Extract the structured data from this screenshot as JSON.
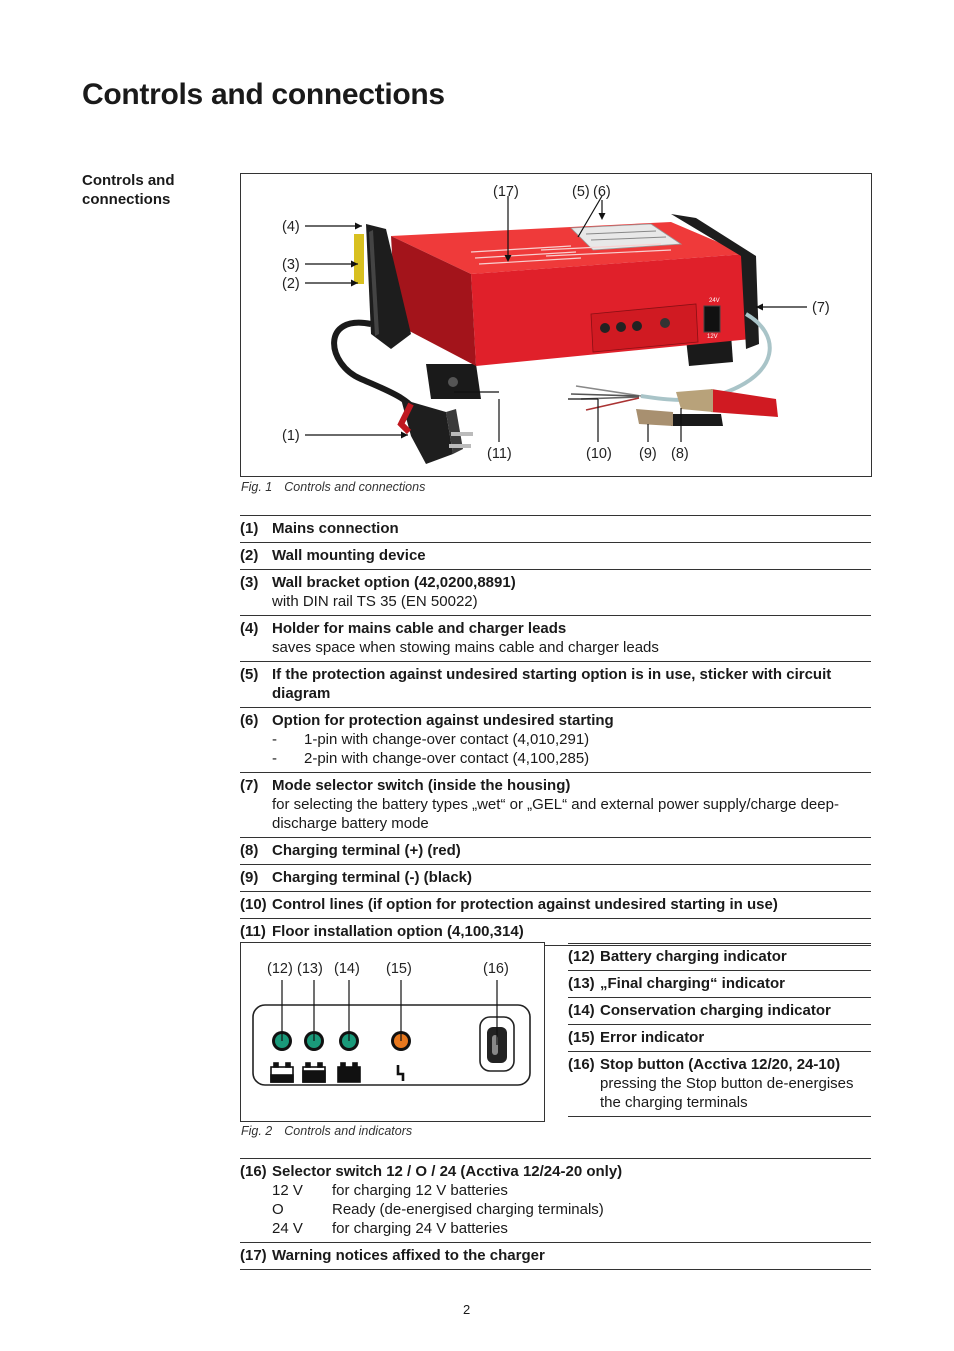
{
  "page": {
    "title": "Controls and connections",
    "side_heading": "Controls and connections",
    "page_number": "2"
  },
  "figure1": {
    "caption_num": "Fig. 1",
    "caption_text": "Controls and connections",
    "callouts": [
      "(1)",
      "(2)",
      "(3)",
      "(4)",
      "(5)",
      "(6)",
      "(7)",
      "(8)",
      "(9)",
      "(10)",
      "(11)",
      "(17)"
    ],
    "device_labels": {
      "v24": "24V",
      "v12": "12V"
    }
  },
  "legend1": [
    {
      "num": "(1)",
      "title": "Mains connection"
    },
    {
      "num": "(2)",
      "title": "Wall mounting device"
    },
    {
      "num": "(3)",
      "title": "Wall bracket option (42,0200,8891)",
      "desc": "with DIN rail TS 35 (EN 50022)"
    },
    {
      "num": "(4)",
      "title": "Holder for mains cable and charger leads",
      "desc": "saves space when stowing mains cable and charger leads"
    },
    {
      "num": "(5)",
      "title": "If the protection against undesired starting option is in use, sticker with circuit diagram"
    },
    {
      "num": "(6)",
      "title": "Option for protection against undesired starting",
      "bullets": [
        {
          "dash": "-",
          "text": "1-pin with change-over contact (4,010,291)"
        },
        {
          "dash": "-",
          "text": "2-pin with change-over contact (4,100,285)"
        }
      ]
    },
    {
      "num": "(7)",
      "title": "Mode selector switch (inside the housing)",
      "desc": "for selecting the battery types „wet“ or „GEL“ and external power supply/charge deep-discharge battery mode"
    },
    {
      "num": "(8)",
      "title": "Charging terminal (+) (red)"
    },
    {
      "num": "(9)",
      "title": "Charging terminal (-) (black)"
    },
    {
      "num": "(10)",
      "title": "Control lines (if option for protection against undesired starting in use)"
    },
    {
      "num": "(11)",
      "title": "Floor installation option (4,100,314)"
    }
  ],
  "figure2": {
    "caption_num": "Fig. 2",
    "caption_text": "Controls and indicators",
    "callouts": [
      "(12)",
      "(13)",
      "(14)",
      "(15)",
      "(16)"
    ]
  },
  "legend2": [
    {
      "num": "(12)",
      "title": "Battery charging indicator"
    },
    {
      "num": "(13)",
      "title": "„Final charging“ indicator"
    },
    {
      "num": "(14)",
      "title": "Conservation charging indicator"
    },
    {
      "num": "(15)",
      "title": "Error indicator"
    },
    {
      "num": "(16)",
      "title": "Stop button (Acctiva 12/20, 24-10)",
      "desc": "pressing the Stop button de-energises the charging terminals"
    }
  ],
  "legend3": [
    {
      "num": "(16)",
      "title": "Selector switch 12 / O / 24 (Acctiva 12/24-20 only)",
      "pairs": [
        {
          "k": "12 V",
          "v": "for charging 12 V batteries"
        },
        {
          "k": "O",
          "v": "Ready (de-energised charging terminals)"
        },
        {
          "k": "24 V",
          "v": "for charging 24 V batteries"
        }
      ]
    },
    {
      "num": "(17)",
      "title": "Warning notices affixed to the charger"
    }
  ],
  "colors": {
    "housing_red": "#e0202a",
    "housing_dark": "#a3141b",
    "led_green": "#1a9a7a",
    "led_orange": "#e8781e"
  }
}
